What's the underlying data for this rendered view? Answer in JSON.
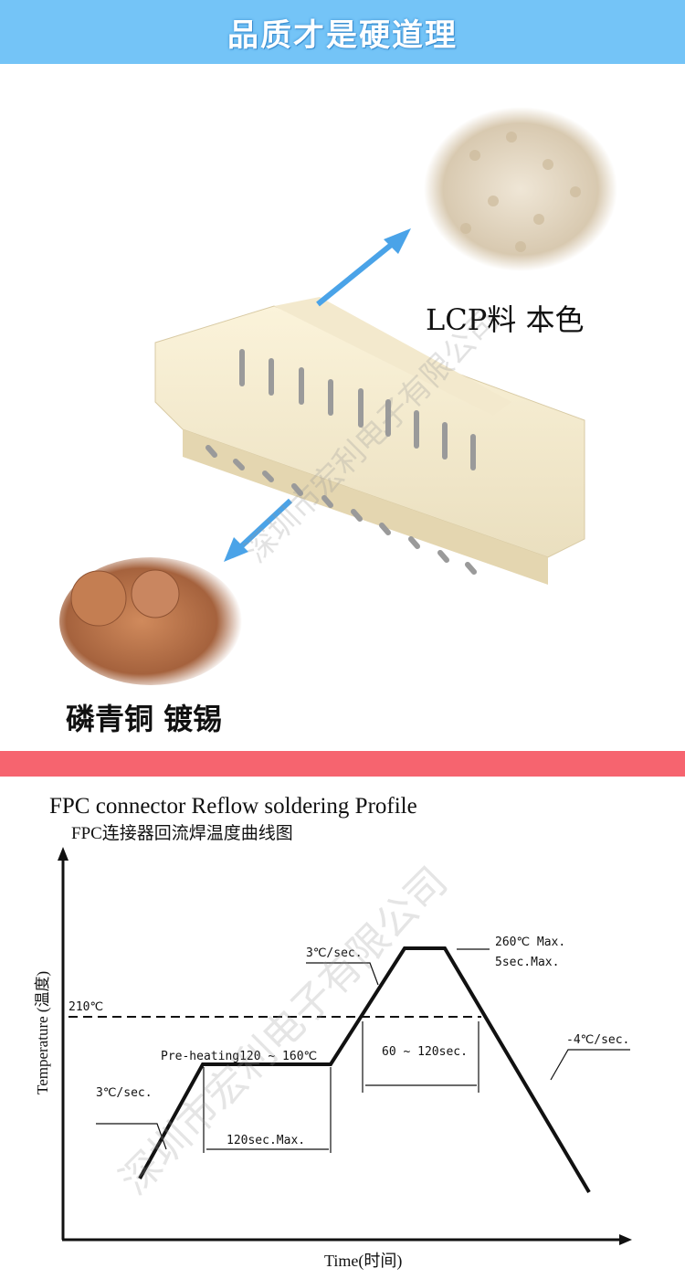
{
  "banner": {
    "title": "品质才是硬道理"
  },
  "product": {
    "material_label": "LCP料  本色",
    "terminal_label": "磷青铜  镀锡",
    "watermark": "深圳市宏利电子有限公司"
  },
  "colors": {
    "banner": "#74c4f7",
    "divider": "#f6646f",
    "arrow": "#4aa3e8"
  },
  "chart_data": {
    "type": "line",
    "title": "FPC connector Reflow soldering Profile",
    "subtitle": "FPC连接器回流焊温度曲线图",
    "xlabel": "Time(时间)",
    "ylabel": "Temperature (温度)",
    "reference_line": {
      "label": "210℃",
      "value": 210
    },
    "annotations": {
      "ramp1": "3℃/sec.",
      "preheat": "Pre-heating120 ~ 160℃",
      "preheat_time": "120sec.Max.",
      "ramp2": "3℃/sec.",
      "peak": "260℃ Max.",
      "peak_time": "5sec.Max.",
      "reflow_time": "60 ~ 120sec.",
      "cooling": "-4℃/sec."
    }
  }
}
